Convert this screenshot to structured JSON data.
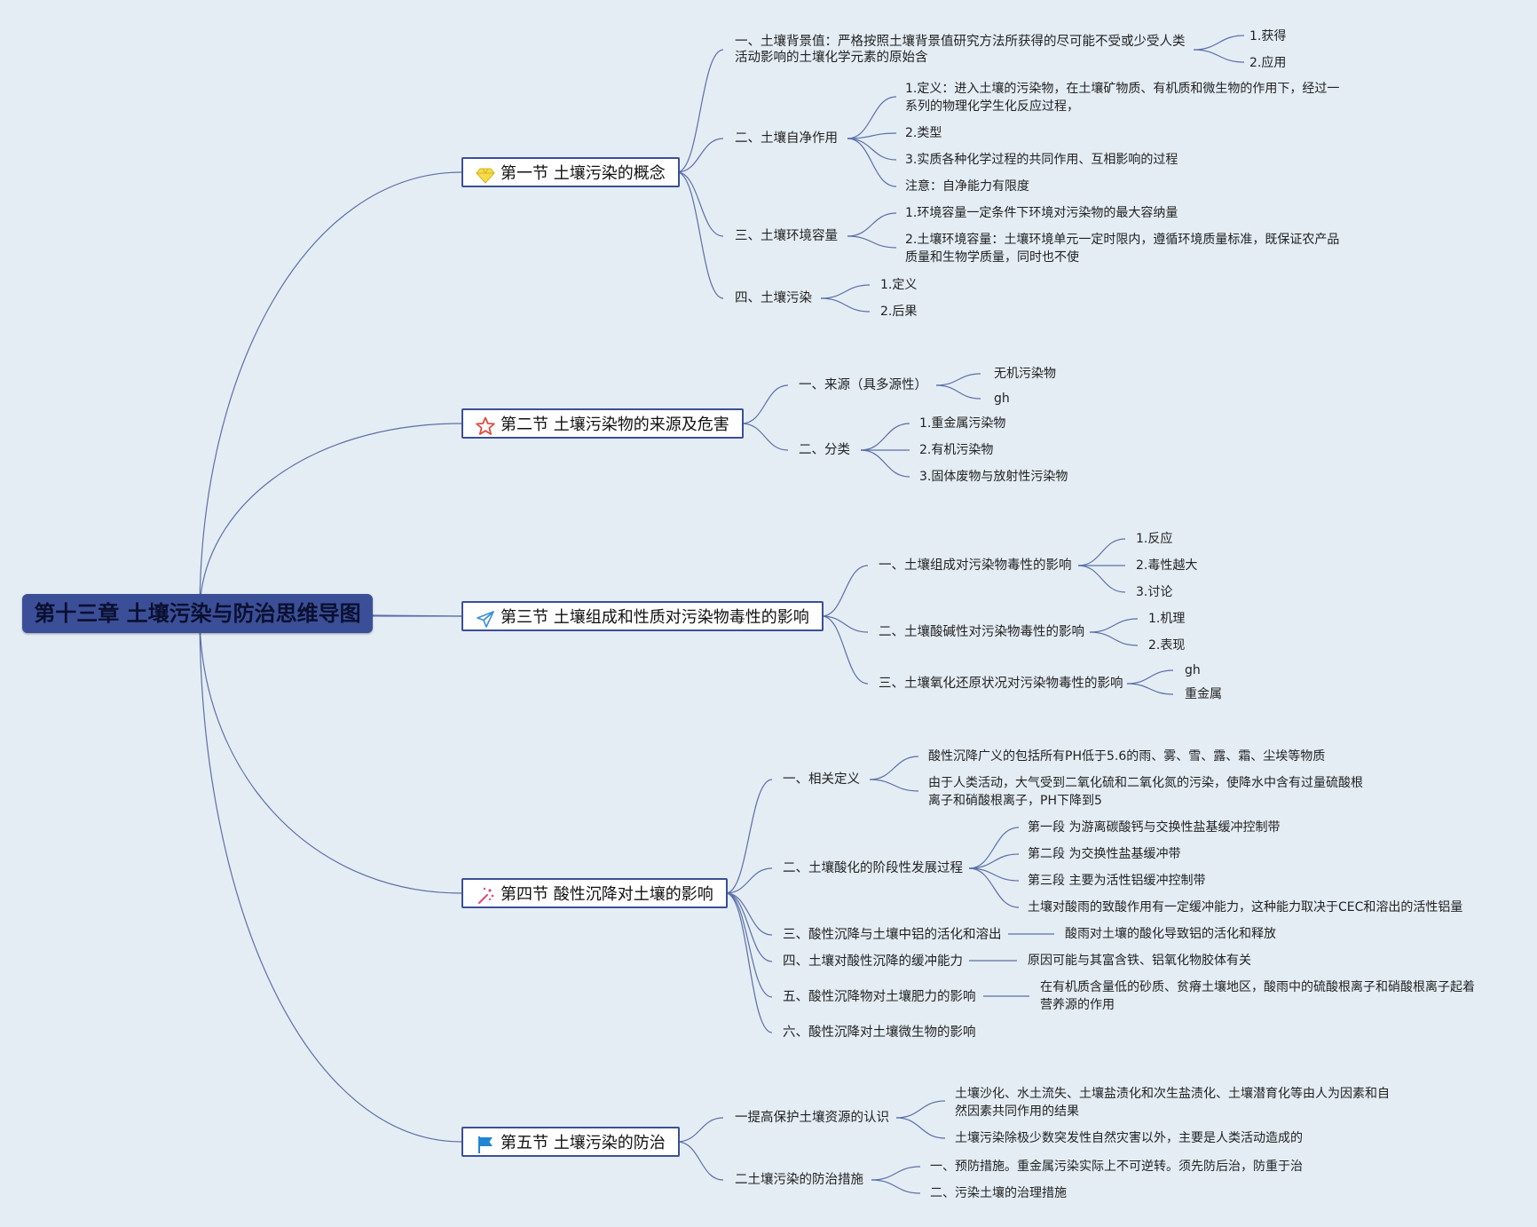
{
  "root": {
    "title": "第十三章 土壤污染与防治思维导图"
  },
  "s1": {
    "title": "第一节 土壤污染的概念",
    "icon": "diamond-icon",
    "c1": {
      "label": "一、土壤背景值：严格按照土壤背景值研究方法所获得的尽可能不受或少受人类",
      "label2": "活动影响的土壤化学元素的原始含",
      "k1": "1.获得",
      "k2": "2.应用"
    },
    "c2": {
      "label": "二、土壤自净作用",
      "k1": "1.定义：进入土壤的污染物，在土壤矿物质、有机质和微生物的作用下，经过一",
      "k1b": "系列的物理化学生化反应过程，",
      "k2": "2.类型",
      "k3": "3.实质各种化学过程的共同作用、互相影响的过程",
      "k4": "注意：自净能力有限度"
    },
    "c3": {
      "label": "三、土壤环境容量",
      "k1": "1.环境容量一定条件下环境对污染物的最大容纳量",
      "k2": "2.土壤环境容量：土壤环境单元一定时限内，遵循环境质量标准，既保证农产品",
      "k2b": "质量和生物学质量，同时也不使"
    },
    "c4": {
      "label": "四、土壤污染",
      "k1": "1.定义",
      "k2": "2.后果"
    }
  },
  "s2": {
    "title": "第二节 土壤污染物的来源及危害",
    "icon": "star-icon",
    "c1": {
      "label": "一、来源（具多源性）",
      "k1": "无机污染物",
      "k2": "gh"
    },
    "c2": {
      "label": "二、分类",
      "k1": "1.重金属污染物",
      "k2": "2.有机污染物",
      "k3": "3.固体废物与放射性污染物"
    }
  },
  "s3": {
    "title": "第三节 土壤组成和性质对污染物毒性的影响",
    "icon": "paper-plane-icon",
    "c1": {
      "label": "一、土壤组成对污染物毒性的影响",
      "k1": "1.反应",
      "k2": "2.毒性越大",
      "k3": "3.讨论"
    },
    "c2": {
      "label": "二、土壤酸碱性对污染物毒性的影响",
      "k1": "1.机理",
      "k2": "2.表现"
    },
    "c3": {
      "label": "三、土壤氧化还原状况对污染物毒性的影响",
      "k1": "gh",
      "k2": "重金属"
    }
  },
  "s4": {
    "title": "第四节 酸性沉降对土壤的影响",
    "icon": "magic-wand-icon",
    "c1": {
      "label": "一、相关定义",
      "k1": "酸性沉降广义的包括所有PH低于5.6的雨、雾、雪、露、霜、尘埃等物质",
      "k2": "由于人类活动，大气受到二氧化硫和二氧化氮的污染，使降水中含有过量硫酸根",
      "k2b": "离子和硝酸根离子，PH下降到5"
    },
    "c2": {
      "label": "二、土壤酸化的阶段性发展过程",
      "k1": "第一段 为游离碳酸钙与交换性盐基缓冲控制带",
      "k2": "第二段 为交换性盐基缓冲带",
      "k3": "第三段 主要为活性铝缓冲控制带",
      "k4": "土壤对酸雨的致酸作用有一定缓冲能力，这种能力取决于CEC和溶出的活性铝量"
    },
    "c3": {
      "label": "三、酸性沉降与土壤中铝的活化和溶出",
      "k1": "酸雨对土壤的酸化导致铝的活化和释放"
    },
    "c4": {
      "label": "四、土壤对酸性沉降的缓冲能力",
      "k1": "原因可能与其富含铁、铝氧化物胶体有关"
    },
    "c5": {
      "label": "五、酸性沉降物对土壤肥力的影响",
      "k1": "在有机质含量低的砂质、贫瘠土壤地区，酸雨中的硫酸根离子和硝酸根离子起着",
      "k1b": "营养源的作用"
    },
    "c6": {
      "label": "六、酸性沉降对土壤微生物的影响"
    }
  },
  "s5": {
    "title": "第五节 土壤污染的防治",
    "icon": "flag-icon",
    "c1": {
      "label": "一提高保护土壤资源的认识",
      "k1": "土壤沙化、水土流失、土壤盐渍化和次生盐渍化、土壤潜育化等由人为因素和自",
      "k1b": "然因素共同作用的结果",
      "k2": "土壤污染除极少数突发性自然灾害以外，主要是人类活动造成的"
    },
    "c2": {
      "label": "二土壤污染的防治措施",
      "k1": "一、预防措施。重金属污染实际上不可逆转。须先防后治，防重于治",
      "k2": "二、污染土壤的治理措施"
    }
  },
  "colors": {
    "root_fill": "#3b4f98",
    "line": "#5b6fa8",
    "background": "#e4edf4",
    "box_border": "#3b4f98"
  }
}
